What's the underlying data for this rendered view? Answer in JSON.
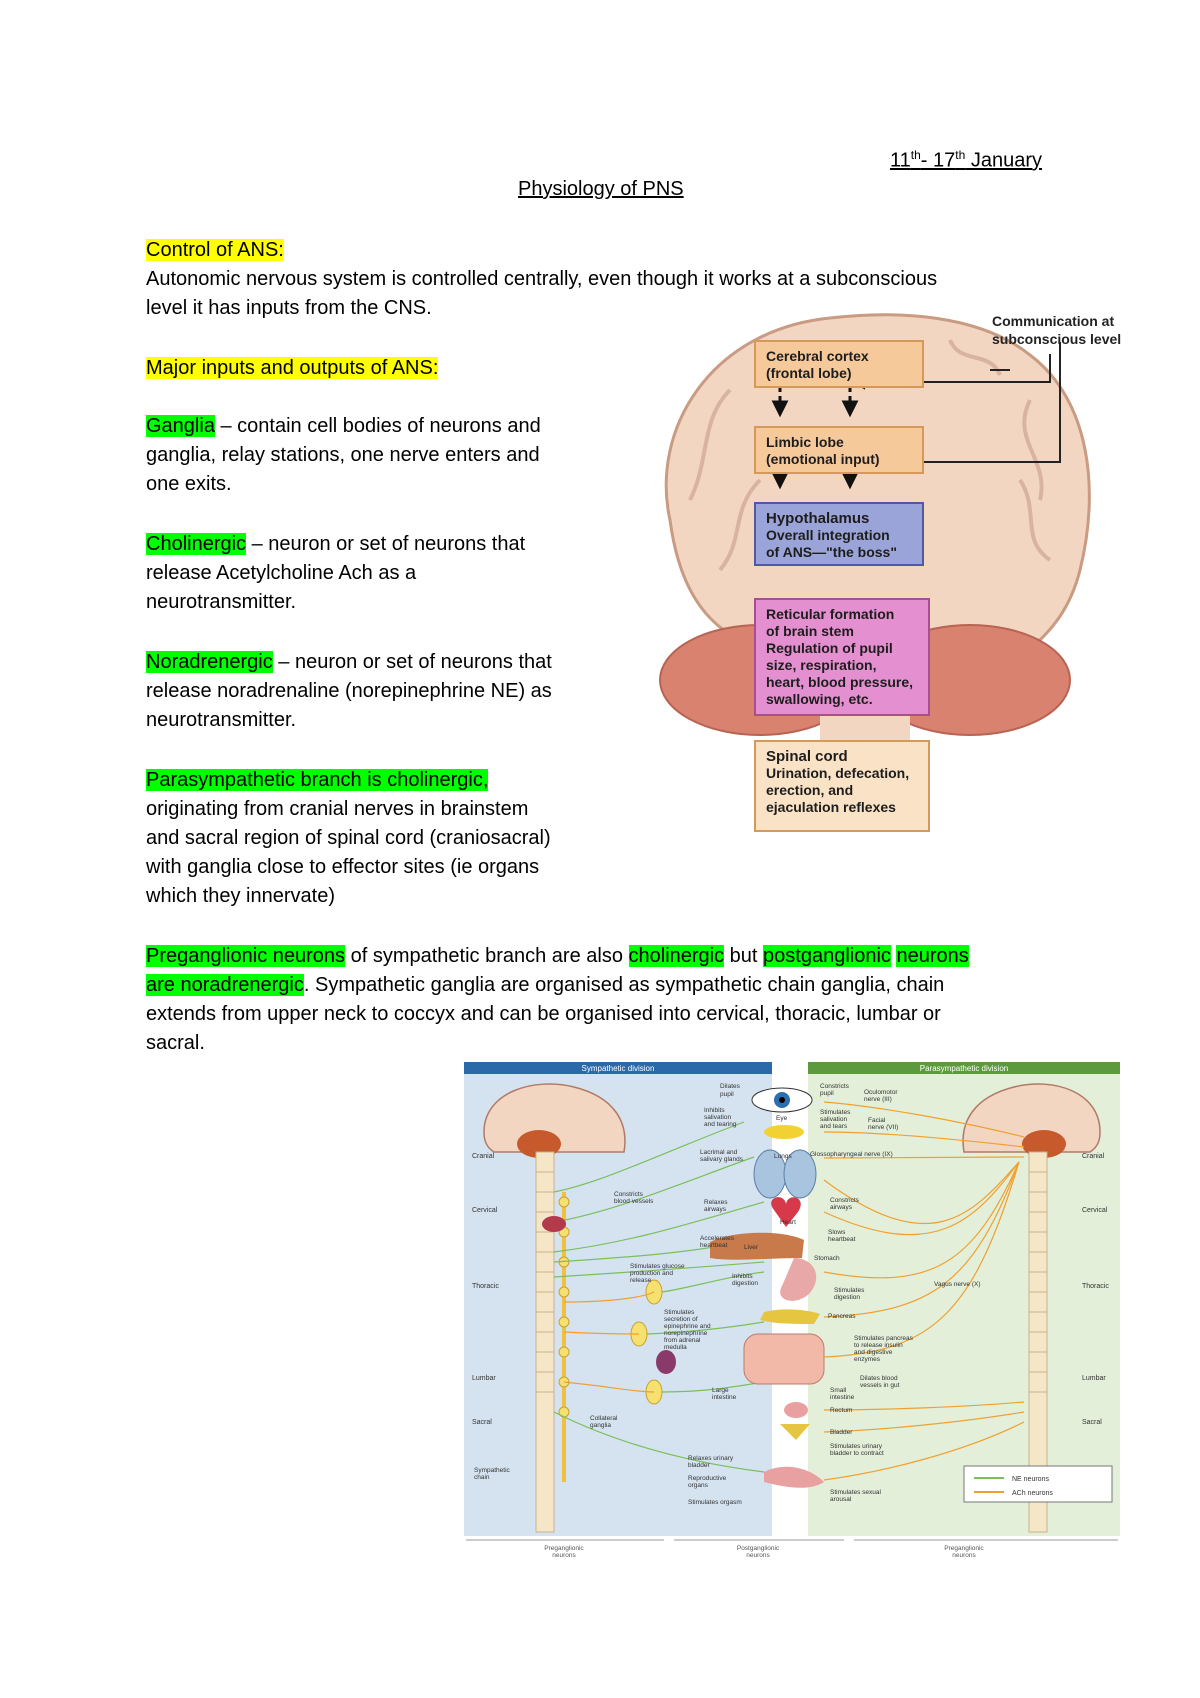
{
  "header": {
    "date_day1": "11",
    "date_sup1": "th",
    "date_mid": "- 17",
    "date_sup2": "th",
    "date_end": " January",
    "title": "Physiology of PNS"
  },
  "sections": {
    "control_heading": "Control of ANS:",
    "control_body_1": "Autonomic nervous system is controlled centrally, even though it works at a subconscious",
    "control_body_2": "level it has inputs from the CNS.",
    "io_heading": "Major inputs and outputs of ANS:",
    "ganglia_term": "Ganglia",
    "ganglia_l1": " – contain cell bodies of neurons and",
    "ganglia_l2": "ganglia, relay stations, one nerve enters and",
    "ganglia_l3": "one exits.",
    "chol_term": "Cholinergic",
    "chol_l1": " – neuron or set of neurons that",
    "chol_l2": "release Acetylcholine Ach as a",
    "chol_l3": "neurotransmitter.",
    "nor_term": "Noradrenergic",
    "nor_l1": " – neuron or set of neurons that",
    "nor_l2": "release noradrenaline (norepinephrine NE) as",
    "nor_l3": "neurotransmitter.",
    "para_term": "Parasympathetic branch is cholinergic,",
    "para_l1": "originating from cranial nerves in brainstem",
    "para_l2": "and sacral region of spinal cord (craniosacral)",
    "para_l3": "with ganglia close to effector sites (ie organs",
    "para_l4": "which they innervate)",
    "pre_term": "Preganglionic neurons",
    "pre_t1": " of sympathetic branch are also ",
    "pre_chol": "cholinergic",
    "pre_t2": " but ",
    "pre_post": "postganglionic",
    "pre_t3": " ",
    "pre_neurons": "neurons",
    "pre_are": "are noradrenergic",
    "pre_t4": ". Sympathetic ganglia are organised as sympathetic chain ganglia, chain",
    "pre_l3": "extends from upper neck to coccyx and can be organised into cervical, thoracic, lumbar or",
    "pre_l4": "sacral."
  },
  "brain_figure": {
    "communication": "Communication at",
    "communication_2": "subconscious level",
    "cortex_1": "Cerebral cortex",
    "cortex_2": "(frontal lobe)",
    "limbic_1": "Limbic lobe",
    "limbic_2": "(emotional input)",
    "hypo_1": "Hypothalamus",
    "hypo_2": "Overall integration",
    "hypo_3": "of ANS—\"the boss\"",
    "retic_1": "Reticular formation",
    "retic_2": "of brain stem",
    "retic_3": "Regulation of pupil",
    "retic_4": "size, respiration,",
    "retic_5": "heart, blood pressure,",
    "retic_6": "swallowing, etc.",
    "spinal_1": "Spinal cord",
    "spinal_2": "Urination, defecation,",
    "spinal_3": "erection, and",
    "spinal_4": "ejaculation reflexes",
    "colors": {
      "cortex": "#f6c99a",
      "hypo": "#9aa4d8",
      "retic": "#e48fcf",
      "brain": "#f3d6c2",
      "cerebellum": "#d9826f"
    }
  },
  "ans_figure": {
    "sym_header": "Sympathetic division",
    "para_header": "Parasympathetic division",
    "levels": [
      "Cranial",
      "Cervical",
      "Thoracic",
      "Lumbar",
      "Sacral"
    ],
    "sym_labels": {
      "dilates": "Dilates",
      "pupil": "pupil",
      "inhibits_1": "Inhibits",
      "inhibits_2": "salivation",
      "inhibits_3": "and tearing",
      "constricts_bv_1": "Constricts",
      "constricts_bv_2": "blood vessels",
      "relaxes_1": "Relaxes",
      "relaxes_2": "airways",
      "accel_1": "Accelerates",
      "accel_2": "heartbeat",
      "glucose_1": "Stimulates glucose",
      "glucose_2": "production and",
      "glucose_3": "release",
      "inhib_dig_1": "Inhibits",
      "inhib_dig_2": "digestion",
      "epi_1": "Stimulates",
      "epi_2": "secretion of",
      "epi_3": "epinephrine and",
      "epi_4": "norepinephrine",
      "epi_5": "from adrenal",
      "epi_6": "medulla",
      "collateral_1": "Collateral",
      "collateral_2": "ganglia",
      "chain_1": "Sympathetic",
      "chain_2": "chain",
      "relax_bladder_1": "Relaxes urinary",
      "relax_bladder_2": "bladder",
      "orgasm": "Stimulates orgasm"
    },
    "organ_labels": {
      "eye": "Eye",
      "lacrimal_1": "Lacrimal and",
      "lacrimal_2": "salivary glands",
      "lungs": "Lungs",
      "heart": "Heart",
      "liver": "Liver",
      "stomach": "Stomach",
      "pancreas": "Pancreas",
      "large_1": "Large",
      "large_2": "intestine",
      "small_1": "Small",
      "small_2": "intestine",
      "rectum": "Rectum",
      "bladder": "Bladder",
      "repro_1": "Reproductive",
      "repro_2": "organs"
    },
    "para_labels": {
      "constricts_1": "Constricts",
      "constricts_2": "pupil",
      "oculomotor_1": "Oculomotor",
      "oculomotor_2": "nerve (III)",
      "stim_sal_1": "Stimulates",
      "stim_sal_2": "salivation",
      "stim_sal_3": "and tears",
      "facial_1": "Facial",
      "facial_2": "nerve (VII)",
      "glosso": "Glossopharyngeal nerve (IX)",
      "constricts_air_1": "Constricts",
      "constricts_air_2": "airways",
      "slows_1": "Slows",
      "slows_2": "heartbeat",
      "vagus": "Vagus nerve (X)",
      "stim_dig_1": "Stimulates",
      "stim_dig_2": "digestion",
      "panc_1": "Stimulates pancreas",
      "panc_2": "to release insulin",
      "panc_3": "and digestive",
      "panc_4": "enzymes",
      "dilates_bv_1": "Dilates blood",
      "dilates_bv_2": "vessels in gut",
      "contract_1": "Stimulates urinary",
      "contract_2": "bladder to contract",
      "arousal_1": "Stimulates sexual",
      "arousal_2": "arousal"
    },
    "legend": {
      "ne": "NE neurons",
      "ach": "ACh neurons"
    },
    "bottom": {
      "pre_1": "Preganglionic",
      "pre_2": "neurons",
      "post_1": "Postganglionic",
      "post_2": "neurons",
      "pre2_1": "Preganglionic",
      "pre2_2": "neurons"
    },
    "colors": {
      "sym_bg": "#d5e3f0",
      "para_bg": "#e3efd9",
      "sym_head": "#2c69a8",
      "para_head": "#5d9a3d",
      "ne": "#7abf5a",
      "ach": "#f0a030",
      "spine": "#f5e6c8"
    }
  }
}
